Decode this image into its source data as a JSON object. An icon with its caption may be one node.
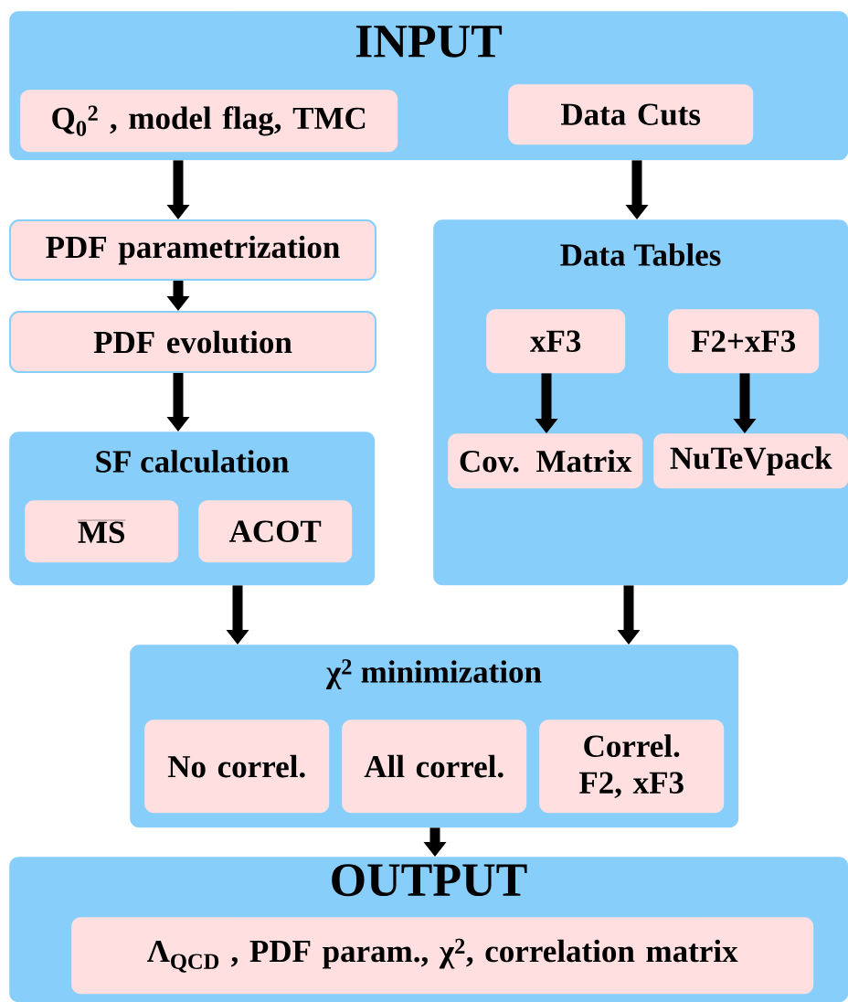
{
  "diagram": {
    "nodes": [
      {
        "text": [
          "INPUT"
        ]
      },
      {
        "text": [
          "Q$_{0}$$^{2}$ , model flag, TMC"
        ],
        "in": 0
      },
      {
        "text": [
          "Data Cuts"
        ],
        "in": 0
      },
      {
        "text": [
          "PDF parametrization"
        ]
      },
      {
        "text": [
          "PDF evolution"
        ]
      },
      {
        "text": [
          "SF calculation"
        ]
      },
      {
        "text": [
          "MS"
        ],
        "in": 5
      },
      {
        "text": [
          "ACOT"
        ],
        "in": 5
      },
      {
        "text": [
          "Data Tables"
        ]
      },
      {
        "text": [
          "xF3"
        ],
        "in": 8
      },
      {
        "text": [
          "F2+xF3"
        ],
        "in": 8
      },
      {
        "text": [
          "Cov. Matrix"
        ],
        "in": 8
      },
      {
        "text": [
          "NuTeVpack"
        ],
        "in": 8
      },
      {
        "text": [
          "χ$^{2}$ minimization"
        ]
      },
      {
        "text": [
          "No correl."
        ],
        "in": 13
      },
      {
        "text": [
          "All correl."
        ],
        "in": 13
      },
      {
        "text": [
          "Correl. F2, xF3"
        ],
        "in": 13
      },
      {
        "text": [
          "OUTPUT"
        ]
      },
      {
        "text": [
          "Λ$_{QCD}$ , PDF param., χ$^{2}$, correlation matrix"
        ],
        "in": 17
      }
    ],
    "edges": [
      {
        "from": 0,
        "to": 3,
        "arrow": "to"
      },
      {
        "from": 0,
        "to": 8,
        "arrow": "to"
      },
      {
        "from": 3,
        "to": 4,
        "arrow": "to"
      },
      {
        "from": 4,
        "to": 5,
        "arrow": "to"
      },
      {
        "from": 9,
        "to": 11,
        "arrow": "to"
      },
      {
        "from": 10,
        "to": 12,
        "arrow": "to"
      },
      {
        "from": 5,
        "to": 13,
        "arrow": "to"
      },
      {
        "from": 8,
        "to": 13,
        "arrow": "to"
      },
      {
        "from": 13,
        "to": 17,
        "arrow": "to"
      }
    ]
  }
}
